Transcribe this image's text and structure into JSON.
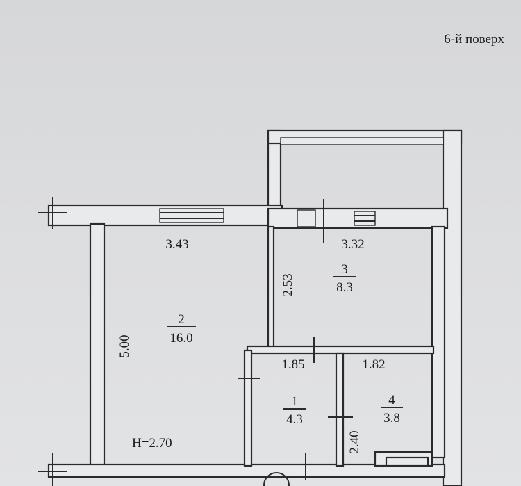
{
  "floor_label": "6-й поверх",
  "height_label": "H=2.70",
  "rooms": [
    {
      "number": "1",
      "area": "4.3"
    },
    {
      "number": "2",
      "area": "16.0"
    },
    {
      "number": "3",
      "area": "8.3"
    },
    {
      "number": "4",
      "area": "3.8"
    }
  ],
  "dimensions": {
    "room2_width": "3.43",
    "room2_length": "5.00",
    "room3_width": "3.32",
    "room3_length": "2.53",
    "room1_width": "1.85",
    "room4_width": "1.82",
    "room4_length": "2.40"
  },
  "colors": {
    "line": "#2b2b2b",
    "wall_fill": "#e9eaeb",
    "paper": "#d9dadc"
  }
}
